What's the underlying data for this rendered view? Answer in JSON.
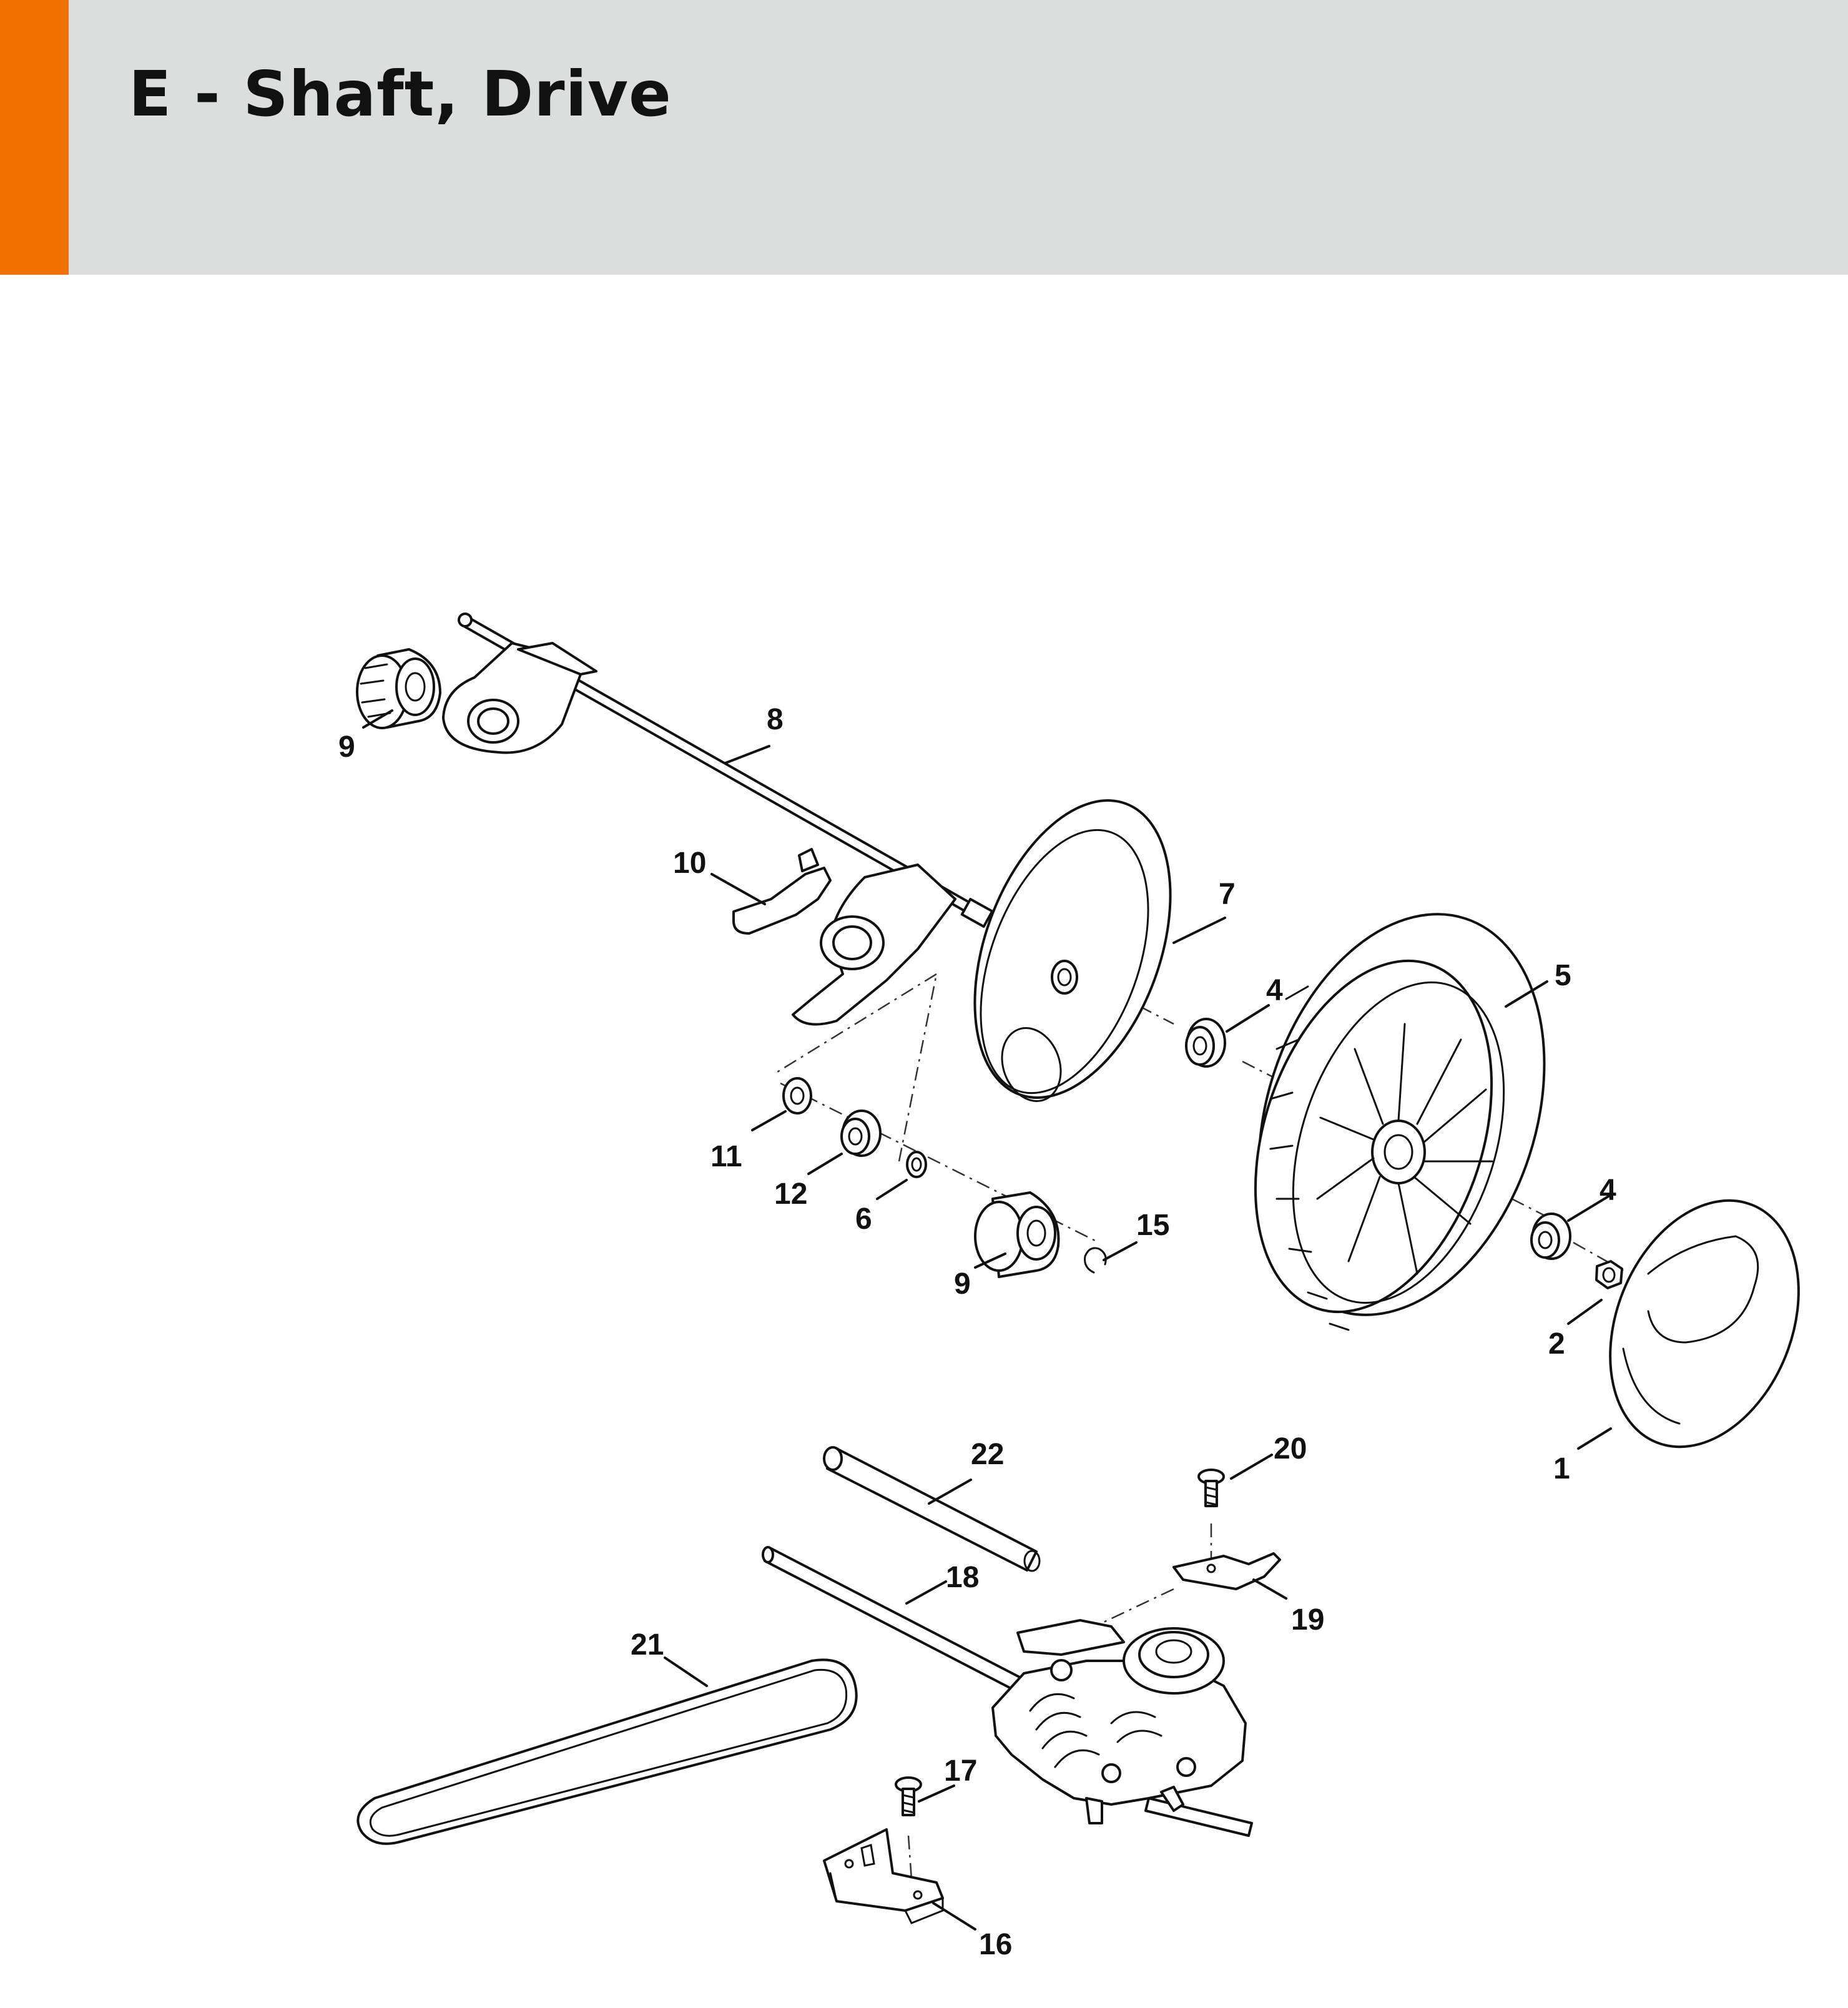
{
  "header": {
    "title": "E - Shaft, Drive",
    "accent_color": "#f07000",
    "background_color": "#dcdddd"
  },
  "callouts": [
    {
      "id": "c9a",
      "label": "9"
    },
    {
      "id": "c8",
      "label": "8"
    },
    {
      "id": "c10",
      "label": "10"
    },
    {
      "id": "c7",
      "label": "7"
    },
    {
      "id": "c4a",
      "label": "4"
    },
    {
      "id": "c5",
      "label": "5"
    },
    {
      "id": "c11",
      "label": "11"
    },
    {
      "id": "c12",
      "label": "12"
    },
    {
      "id": "c6",
      "label": "6"
    },
    {
      "id": "c9b",
      "label": "9"
    },
    {
      "id": "c15",
      "label": "15"
    },
    {
      "id": "c4b",
      "label": "4"
    },
    {
      "id": "c2",
      "label": "2"
    },
    {
      "id": "c1",
      "label": "1"
    },
    {
      "id": "c22",
      "label": "22"
    },
    {
      "id": "c20",
      "label": "20"
    },
    {
      "id": "c18",
      "label": "18"
    },
    {
      "id": "c19",
      "label": "19"
    },
    {
      "id": "c21",
      "label": "21"
    },
    {
      "id": "c17",
      "label": "17"
    },
    {
      "id": "c16",
      "label": "16"
    }
  ]
}
